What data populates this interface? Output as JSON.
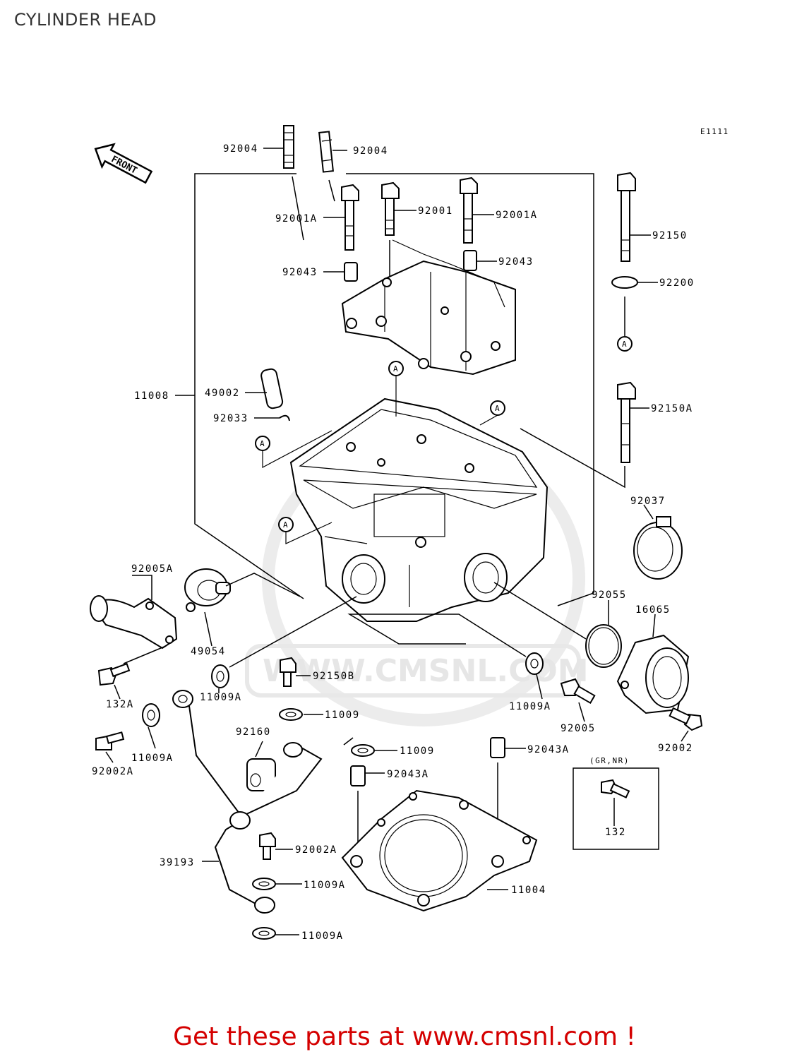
{
  "title": "CYLINDER HEAD",
  "diagram_code": "E1111",
  "front_label": "FRONT",
  "watermark": "WWW.CMSNL.COM",
  "variant_box_label": "(GR,NR)",
  "callout_letter": "A",
  "promo": "Get these parts at www.cmsnl.com !",
  "colors": {
    "promo": "#d40000",
    "title": "#333333",
    "watermark": "#e6e6e6"
  },
  "parts": [
    {
      "id": "p1",
      "number": "92004"
    },
    {
      "id": "p2",
      "number": "92004"
    },
    {
      "id": "p3",
      "number": "92001A"
    },
    {
      "id": "p4",
      "number": "92001"
    },
    {
      "id": "p5",
      "number": "92001A"
    },
    {
      "id": "p6",
      "number": "92150"
    },
    {
      "id": "p7",
      "number": "92043"
    },
    {
      "id": "p8",
      "number": "92043"
    },
    {
      "id": "p9",
      "number": "92200"
    },
    {
      "id": "p10",
      "number": "11008"
    },
    {
      "id": "p11",
      "number": "49002"
    },
    {
      "id": "p12",
      "number": "92033"
    },
    {
      "id": "p13",
      "number": "92150A"
    },
    {
      "id": "p14",
      "number": "92037"
    },
    {
      "id": "p15",
      "number": "92005A"
    },
    {
      "id": "p16",
      "number": "92055"
    },
    {
      "id": "p17",
      "number": "16065"
    },
    {
      "id": "p18",
      "number": "49054"
    },
    {
      "id": "p19",
      "number": "92150B"
    },
    {
      "id": "p20",
      "number": "132A"
    },
    {
      "id": "p21",
      "number": "11009A"
    },
    {
      "id": "p22",
      "number": "11009"
    },
    {
      "id": "p23",
      "number": "11009A"
    },
    {
      "id": "p24",
      "number": "92005"
    },
    {
      "id": "p25",
      "number": "92002"
    },
    {
      "id": "p26",
      "number": "92160"
    },
    {
      "id": "p27",
      "number": "11009A"
    },
    {
      "id": "p28",
      "number": "92002A"
    },
    {
      "id": "p29",
      "number": "11009"
    },
    {
      "id": "p30",
      "number": "92043A"
    },
    {
      "id": "p31",
      "number": "92043A"
    },
    {
      "id": "p32",
      "number": "132"
    },
    {
      "id": "p33",
      "number": "92002A"
    },
    {
      "id": "p34",
      "number": "39193"
    },
    {
      "id": "p35",
      "number": "11009A"
    },
    {
      "id": "p36",
      "number": "11004"
    },
    {
      "id": "p37",
      "number": "11009A"
    }
  ]
}
